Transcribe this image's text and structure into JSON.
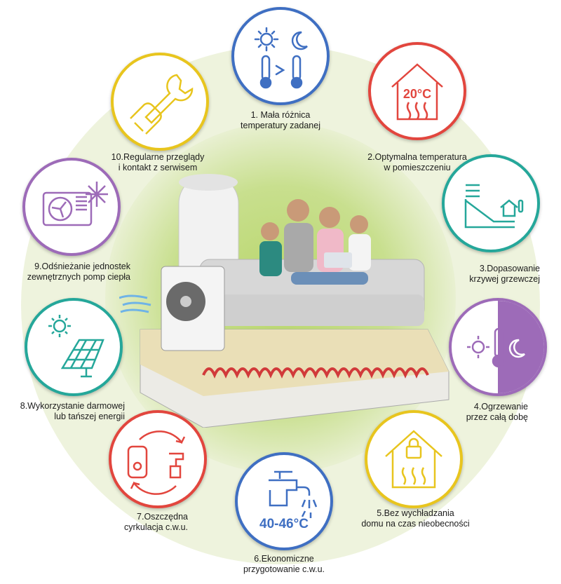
{
  "colors": {
    "blue": "#3f6fc2",
    "red": "#e2463e",
    "teal": "#25a79a",
    "purple": "#9d6bb8",
    "yellow": "#e8c51e",
    "green_glow": "#b8d66a",
    "heating_pipe": "#d13a3a"
  },
  "items": [
    {
      "label": "1. Mała różnica\ntemperatury zadanej",
      "icon": "day-night-thermometer-icon"
    },
    {
      "label": "2.Optymalna temperatura\nw pomieszczeniu",
      "icon": "house-temperature-icon",
      "icon_text": "20°C"
    },
    {
      "label": "3.Dopasowanie\nkrzywej grzewczej",
      "icon": "heating-curve-icon"
    },
    {
      "label": "4.Ogrzewanie\nprzez całą dobę",
      "icon": "day-night-heating-icon"
    },
    {
      "label": "5.Bez wychładzania\ndomu na czas nieobecności",
      "icon": "house-lock-icon"
    },
    {
      "label": "6.Ekonomiczne\nprzygotowanie c.w.u.",
      "icon": "faucet-icon",
      "icon_text": "40-46°C"
    },
    {
      "label": "7.Oszczędna\ncyrkulacja c.w.u.",
      "icon": "hot-water-circulation-icon"
    },
    {
      "label": "8.Wykorzystanie darmowej\nlub tańszej energii",
      "icon": "solar-panel-icon"
    },
    {
      "label": "9.Odśnieżanie jednostek\nzewnętrznych pomp ciepła",
      "icon": "defrost-unit-icon"
    },
    {
      "label": "10.Regularne przeglądy\ni kontakt z serwisem",
      "icon": "service-wrench-icon"
    }
  ]
}
